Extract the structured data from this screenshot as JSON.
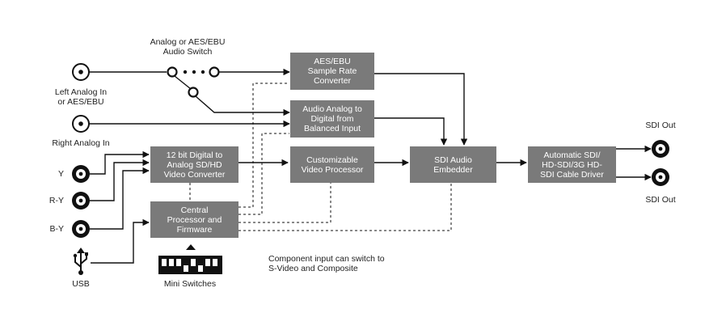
{
  "inputs": {
    "left_analog": "Left Analog In\nor AES/EBU",
    "right_analog": "Right Analog In",
    "y": "Y",
    "ry": "R-Y",
    "by": "B-Y",
    "usb": "USB"
  },
  "switch_label": "Analog or AES/EBU\nAudio Switch",
  "blocks": {
    "aes_converter": "AES/EBU\nSample Rate\nConverter",
    "audio_adc": "Audio Analog to\nDigital from\nBalanced Input",
    "video_converter": "12 bit Digital to\nAnalog SD/HD\nVideo Converter",
    "central": "Central\nProcessor and\nFirmware",
    "video_processor": "Customizable\nVideo Processor",
    "embedder": "SDI Audio\nEmbedder",
    "cable_driver": "Automatic SDI/\nHD-SDI/3G HD-\nSDI Cable Driver"
  },
  "outputs": {
    "sdi_out_1": "SDI Out",
    "sdi_out_2": "SDI Out"
  },
  "mini_switches_label": "Mini Switches",
  "note": "Component input can switch to\nS-Video and Composite",
  "colors": {
    "block": "#7a7a7a",
    "line": "#111111",
    "text": "#222222"
  }
}
